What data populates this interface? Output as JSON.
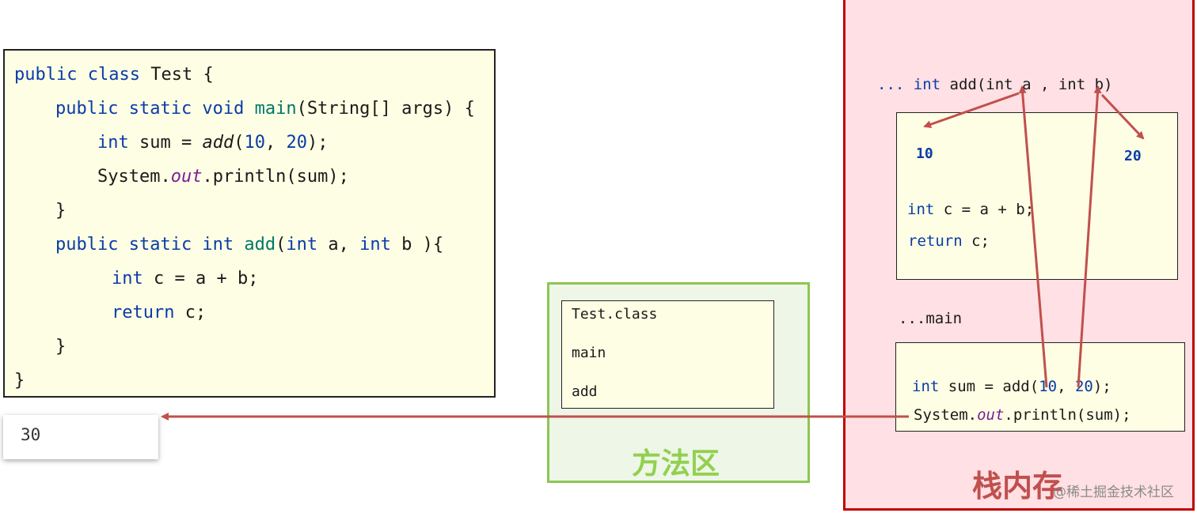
{
  "code": {
    "l1": {
      "kw1": "public",
      "kw2": "class",
      "rest": " Test {"
    },
    "l2": {
      "kw": "public static void",
      "fn": "main",
      "rest": "(String[] args) {"
    },
    "l3": {
      "kw": "int",
      "mid": " sum = ",
      "call": "add",
      "open": "(",
      "n1": "10",
      "comma": ", ",
      "n2": "20",
      "close": ");"
    },
    "l4": {
      "pre": "System.",
      "field": "out",
      "post": ".println(sum);"
    },
    "l5": "}",
    "l6": {
      "kw": "public static int",
      "fn": "add",
      "open": "(",
      "k1": "int",
      "a": " a, ",
      "k2": "int",
      "b": " b ){"
    },
    "l7": {
      "kw": "int",
      "rest": " c = a + b;"
    },
    "l8": {
      "kw": "return",
      "rest": " c;"
    },
    "l9": "}",
    "l10": "}"
  },
  "output": {
    "value": "30"
  },
  "method_area": {
    "label": "方法区",
    "items": [
      "Test.class",
      "main",
      "add"
    ]
  },
  "stack": {
    "label": "栈内存",
    "header": {
      "dots": "...",
      "kw1": "int",
      "sig1": " add(int ",
      "a": "a",
      "sep": " , ",
      "kw2": "int",
      "b": " b)"
    },
    "add_frame": {
      "a_val": "10",
      "b_val": "20",
      "line1_kw": "int",
      "line1_rest": " c = a + b;",
      "line2_kw": "return",
      "line2_rest": " c;"
    },
    "main_label": "...main",
    "main_frame": {
      "line1_kw": "int",
      "line1_mid": " sum = add(",
      "n1": "10",
      "comma": ", ",
      "n2": "20",
      "close": ");",
      "line2_pre": "System.",
      "line2_field": "out",
      "line2_post": ".println(sum);"
    }
  },
  "watermark": "@稀土掘金技术社区",
  "colors": {
    "keyword": "#0a3ca8",
    "arrow": "#c0504d",
    "stack_border": "#c00000",
    "method_border": "#8cc653"
  }
}
